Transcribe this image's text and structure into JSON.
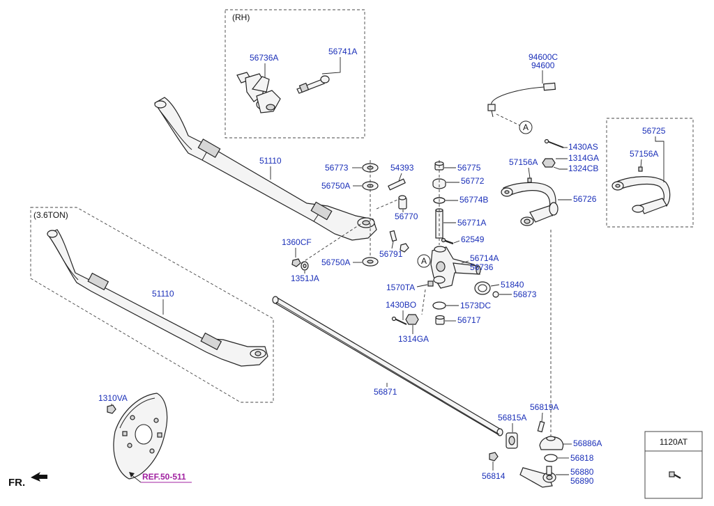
{
  "insets": {
    "rh_title": "(RH)",
    "ton_title": "(3.6TON)"
  },
  "labels": {
    "p56736A": "56736A",
    "p56741A": "56741A",
    "p94600C": "94600C",
    "p94600": "94600",
    "p1430AS": "1430AS",
    "p1314GA_top": "1314GA",
    "p1324CB": "1324CB",
    "p57156A_left": "57156A",
    "p56725": "56725",
    "p57156A_right": "57156A",
    "p56726": "56726",
    "p51110_top": "51110",
    "p56773": "56773",
    "p56750A_top": "56750A",
    "p54393": "54393",
    "p56775": "56775",
    "p56772": "56772",
    "p56774B": "56774B",
    "p56770": "56770",
    "p56771A": "56771A",
    "p62549": "62549",
    "p1360CF": "1360CF",
    "p56750A_bot": "56750A",
    "p56791": "56791",
    "p1351JA": "1351JA",
    "p56714A": "56714A",
    "p56736": "56736",
    "p1570TA": "1570TA",
    "p51840": "51840",
    "p56873": "56873",
    "p1430BO": "1430BO",
    "p1573DC": "1573DC",
    "p56717": "56717",
    "p1314GA_bot": "1314GA",
    "p51110_bot": "51110",
    "p56871": "56871",
    "p1310VA": "1310VA",
    "p56819A": "56819A",
    "p56815A": "56815A",
    "p56886A": "56886A",
    "p56818": "56818",
    "p56880": "56880",
    "p56890": "56890",
    "p56814": "56814",
    "marker_a1": "A",
    "marker_a2": "A"
  },
  "ref_link": "REF.50-511",
  "fr_mark": "FR.",
  "legend_box": {
    "code": "1120AT"
  }
}
